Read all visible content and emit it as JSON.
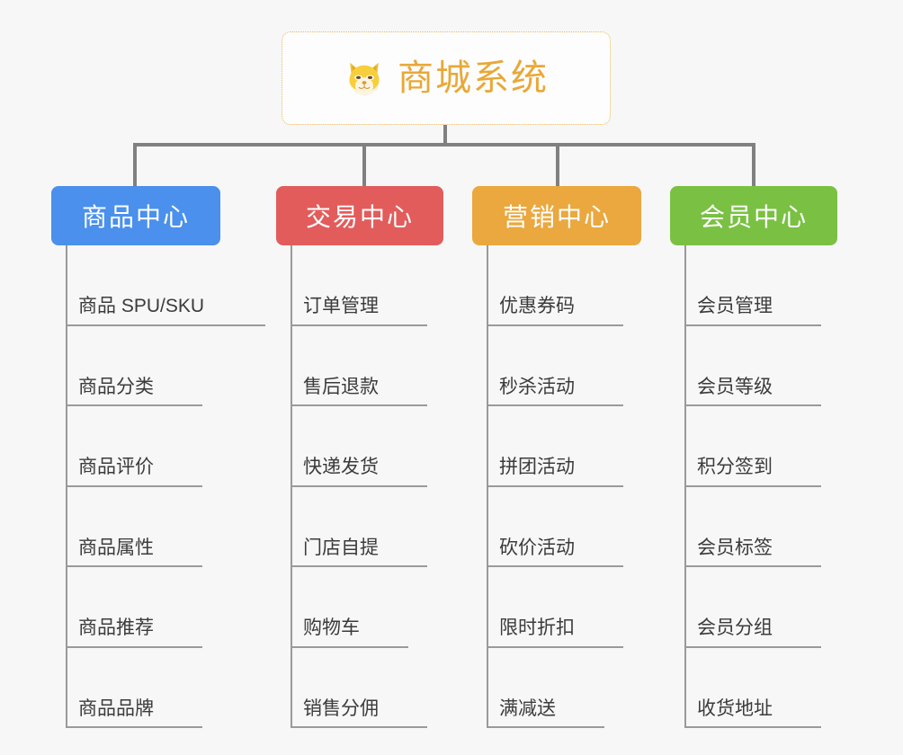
{
  "page": {
    "background": "#f7f7f7",
    "line_color": "#808080"
  },
  "root": {
    "label": "商城系统",
    "icon": "shiba-dog-face-icon",
    "text_color": "#e8a838",
    "border_color": "#e9b75c"
  },
  "categories": [
    {
      "label": "商品中心",
      "color": "#4a90ec",
      "items": [
        "商品 SPU/SKU",
        "商品分类",
        "商品评价",
        "商品属性",
        "商品推荐",
        "商品品牌"
      ]
    },
    {
      "label": "交易中心",
      "color": "#e25c5c",
      "items": [
        "订单管理",
        "售后退款",
        "快递发货",
        "门店自提",
        "购物车",
        "销售分佣"
      ]
    },
    {
      "label": "营销中心",
      "color": "#eaa83f",
      "items": [
        "优惠券码",
        "秒杀活动",
        "拼团活动",
        "砍价活动",
        "限时折扣",
        "满减送"
      ]
    },
    {
      "label": "会员中心",
      "color": "#7ac143",
      "items": [
        "会员管理",
        "会员等级",
        "积分签到",
        "会员标签",
        "会员分组",
        "收货地址"
      ]
    }
  ]
}
